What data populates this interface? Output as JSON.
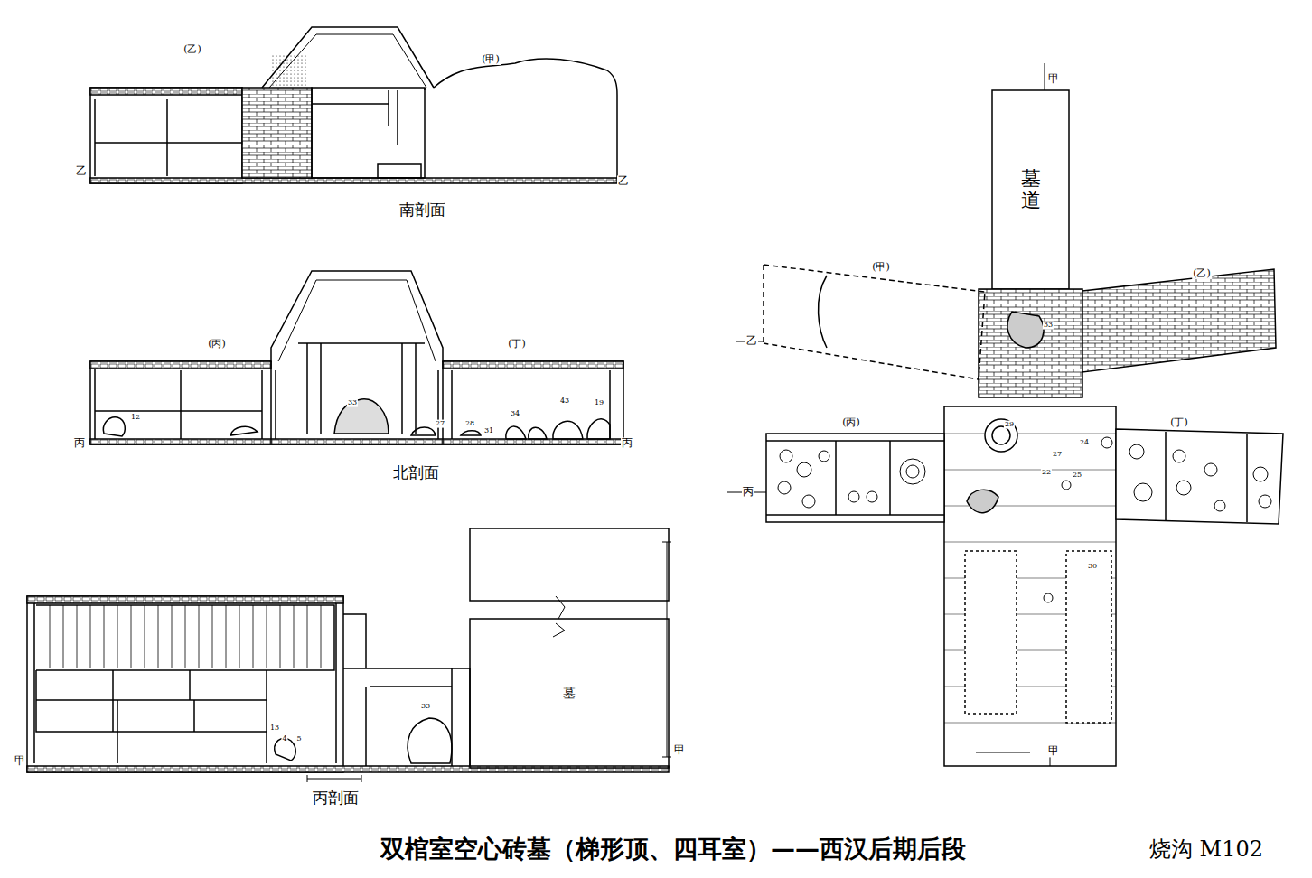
{
  "diagram": {
    "caption": "双棺室空心砖墓（梯形顶、四耳室）——西汉后期后段",
    "nodes": [
      {
        "text": [
          "墓道"
        ]
      },
      {
        "text": [
          "墓"
        ]
      }
    ],
    "labels": [
      "(乙)",
      "(甲)",
      "乙",
      "乙",
      "南剖面",
      "(丙)",
      "(丁)",
      "丙",
      "丙",
      "北剖面",
      "33",
      "27",
      "28",
      "31",
      "34",
      "43",
      "19",
      "12",
      "丙剖面",
      "甲",
      "甲",
      "33",
      "13",
      "4",
      "5",
      "(甲)",
      "(乙)",
      "乙",
      "(丙)",
      "(丁)",
      "丙",
      "33",
      "29",
      "24",
      "27",
      "25",
      "22",
      "30",
      "甲",
      "甲",
      "烧沟 M102"
    ]
  }
}
